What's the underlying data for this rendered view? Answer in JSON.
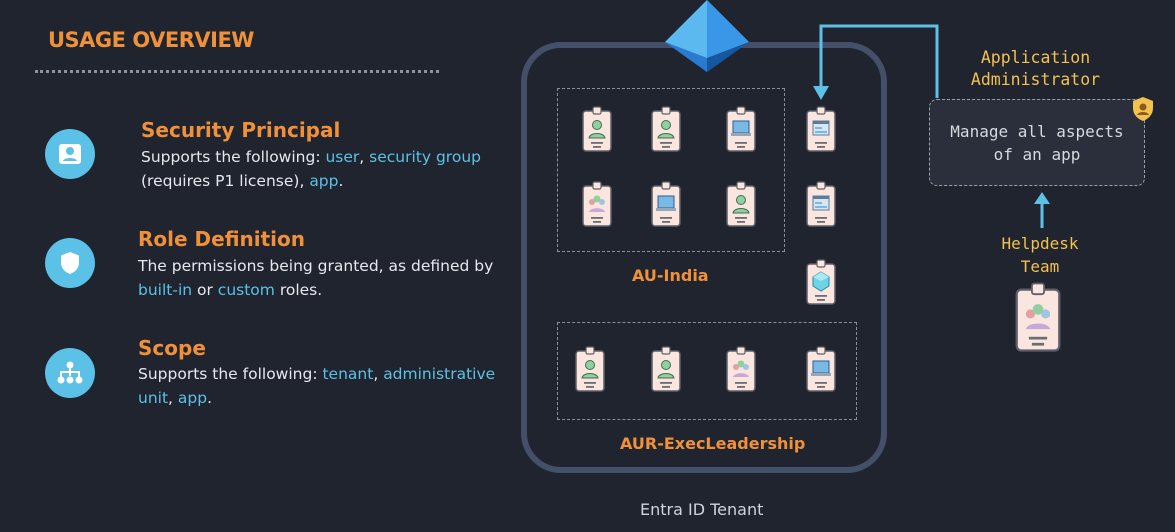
{
  "header": {
    "title": "USAGE OVERVIEW"
  },
  "items": [
    {
      "icon": "id-card-icon",
      "title": "Security Principal",
      "body": [
        {
          "t": "Supports the following: "
        },
        {
          "t": "user",
          "hl": true
        },
        {
          "t": ", "
        },
        {
          "t": "security group",
          "hl": true
        },
        {
          "t": " (requires P1 license), "
        },
        {
          "t": "app",
          "hl": true
        },
        {
          "t": "."
        }
      ]
    },
    {
      "icon": "shield-icon",
      "title": "Role Definition",
      "body": [
        {
          "t": "The permissions being granted, as defined by "
        },
        {
          "t": "built-in",
          "hl": true
        },
        {
          "t": " or "
        },
        {
          "t": "custom",
          "hl": true
        },
        {
          "t": " roles."
        }
      ]
    },
    {
      "icon": "hierarchy-icon",
      "title": "Scope",
      "body": [
        {
          "t": "Supports the following: "
        },
        {
          "t": "tenant",
          "hl": true
        },
        {
          "t": ", "
        },
        {
          "t": "administrative unit",
          "hl": true
        },
        {
          "t": ", "
        },
        {
          "t": "app",
          "hl": true
        },
        {
          "t": "."
        }
      ]
    }
  ],
  "diagram": {
    "tenant_label": "Entra ID Tenant",
    "au_india_label": "AU-India",
    "au_exec_label": "AUR-ExecLeadership",
    "app_admin_label": "Application Administrator",
    "manage_text": "Manage all aspects of an app",
    "helpdesk_label": "Helpdesk Team",
    "colors": {
      "accent": "#f0913a",
      "blue": "#5cc1e6",
      "yellow": "#f2c14e"
    }
  }
}
